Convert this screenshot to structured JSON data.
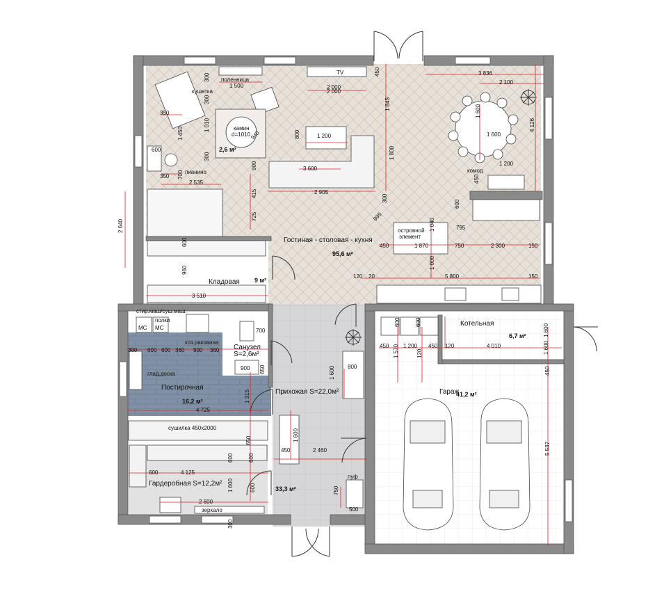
{
  "rooms": {
    "living": {
      "name": "Гостиная - столовая - кухня",
      "area": "95,6 м²"
    },
    "pantry": {
      "name": "Кладовая",
      "area": "9 м²"
    },
    "laundry": {
      "name": "Постирочная",
      "area": "16,2 м²"
    },
    "bathroom": {
      "name": "Санузел",
      "area": "S=2,6м²"
    },
    "hall": {
      "name": "Прихожая S=22,0м²"
    },
    "hall_area2": {
      "area": "33,3 м²"
    },
    "wardrobe": {
      "name": "Гардеробная S=12,2м²"
    },
    "boiler": {
      "name": "Котельная",
      "area": "6,7 м²"
    },
    "garage": {
      "name": "Гараж",
      "area": "41,2 м²"
    },
    "fireplace_zone": {
      "area": "2,6 м²"
    }
  },
  "furniture": {
    "woodpile": "поленница",
    "couch": "кушетка",
    "tv": "TV",
    "fireplace": "камин",
    "fireplace_d": "d=1010",
    "piano": "пианино",
    "island": "островной",
    "island2": "элемент",
    "dresser": "комод",
    "washers": "стир.маш/суш.маш.",
    "shelves": "полки",
    "ms": "МС",
    "sink_cabinet": "коз.раковина",
    "ironing": "глад.доска",
    "dryer": "сушилка 450х2000",
    "pouf": "пуф",
    "mirror": "зеркало"
  },
  "dimensions": [
    "1 500",
    "300",
    "2 000",
    "300",
    "350",
    "1 010",
    "300",
    "600",
    "1 450",
    "350",
    "700",
    "2 535",
    "450",
    "2 000",
    "1 845",
    "3 836",
    "2 100",
    "1 600",
    "1 600",
    "4 126",
    "800",
    "1 200",
    "900",
    "3 600",
    "1 800",
    "1 200",
    "450",
    "2 905",
    "300",
    "600",
    "415",
    "725",
    "940",
    "995",
    "1 040",
    "795",
    "450",
    "1 870",
    "750",
    "2 300",
    "150",
    "1 000",
    "2 640",
    "600",
    "960",
    "3 510",
    "120",
    "20",
    "5 800",
    "150",
    "600",
    "600",
    "700",
    "300",
    "600",
    "600",
    "360",
    "900",
    "360",
    "900",
    "650",
    "1 315",
    "4 725",
    "800",
    "1 600",
    "650",
    "1 600",
    "450",
    "2 460",
    "600",
    "600",
    "450",
    "1 200",
    "450",
    "120",
    "4 010",
    "1 600",
    "1 570",
    "120",
    "1 600",
    "450",
    "600",
    "4 125",
    "1 600",
    "600",
    "2 600",
    "300",
    "750",
    "500",
    "5 537"
  ],
  "colors": {
    "wall": "#8a8a8a",
    "wall_dark": "#5a5a5a",
    "parquet": "#e6dfd8",
    "tile": "#cfcfd1",
    "laundry_tile": "#7f8ea1",
    "dim_red": "#e02020"
  }
}
